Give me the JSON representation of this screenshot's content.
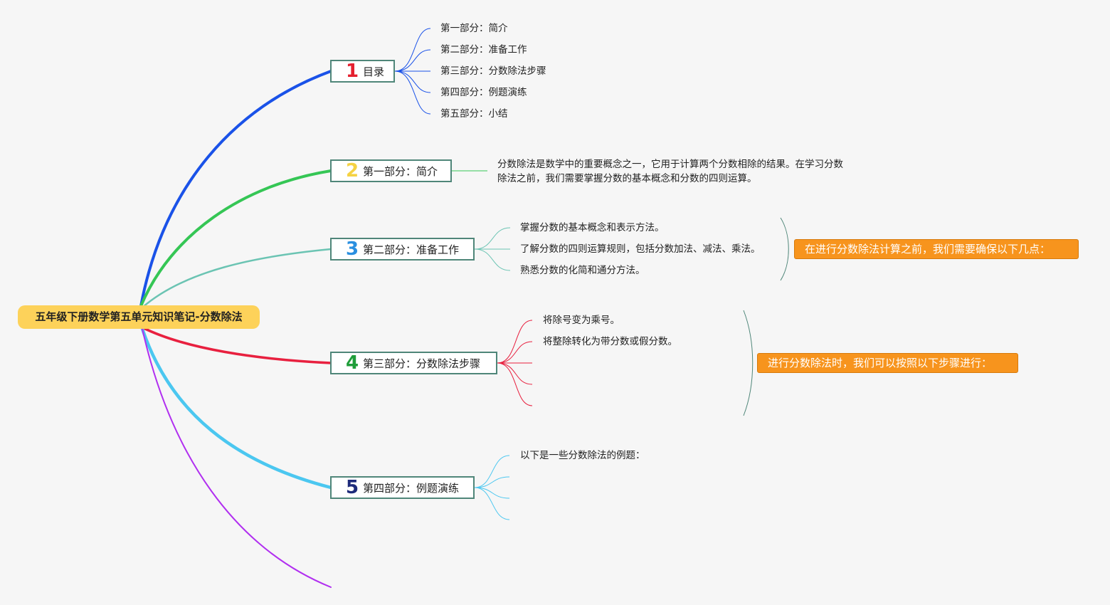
{
  "root": "五年级下册数学第五单元知识笔记-分数除法",
  "topics": [
    {
      "num": "1",
      "label": "目录",
      "color": "#1a52e8",
      "num_color": "#e5202f"
    },
    {
      "num": "2",
      "label": "第一部分：简介",
      "color": "#35c655",
      "num_color": "#f5d243"
    },
    {
      "num": "3",
      "label": "第二部分：准备工作",
      "color": "#6bc4b3",
      "num_color": "#2a8fe0"
    },
    {
      "num": "4",
      "label": "第三部分：分数除法步骤",
      "color": "#e8203f",
      "num_color": "#1f9d3a"
    },
    {
      "num": "5",
      "label": "第四部分：例题演练",
      "color": "#4bc7f0",
      "num_color": "#1d2a7a"
    }
  ],
  "sixth_branch_color": "#b12ff0",
  "toc_items": [
    "第一部分：简介",
    "第二部分：准备工作",
    "第三部分：分数除法步骤",
    "第四部分：例题演练",
    "第五部分：小结"
  ],
  "intro_text": "分数除法是数学中的重要概念之一，它用于计算两个分数相除的结果。在学习分数除法之前，我们需要掌握分数的基本概念和分数的四则运算。",
  "prep_items": [
    "掌握分数的基本概念和表示方法。",
    "了解分数的四则运算规则，包括分数加法、减法、乘法。",
    "熟悉分数的化简和通分方法。"
  ],
  "prep_callout": "在进行分数除法计算之前，我们需要确保以下几点：",
  "steps_items": [
    "将除号变为乘号。",
    "将整除转化为带分数或假分数。"
  ],
  "steps_callout": "进行分数除法时，我们可以按照以下步骤进行：",
  "examples_items": [
    "以下是一些分数除法的例题："
  ],
  "callout_color": "#f7941d"
}
